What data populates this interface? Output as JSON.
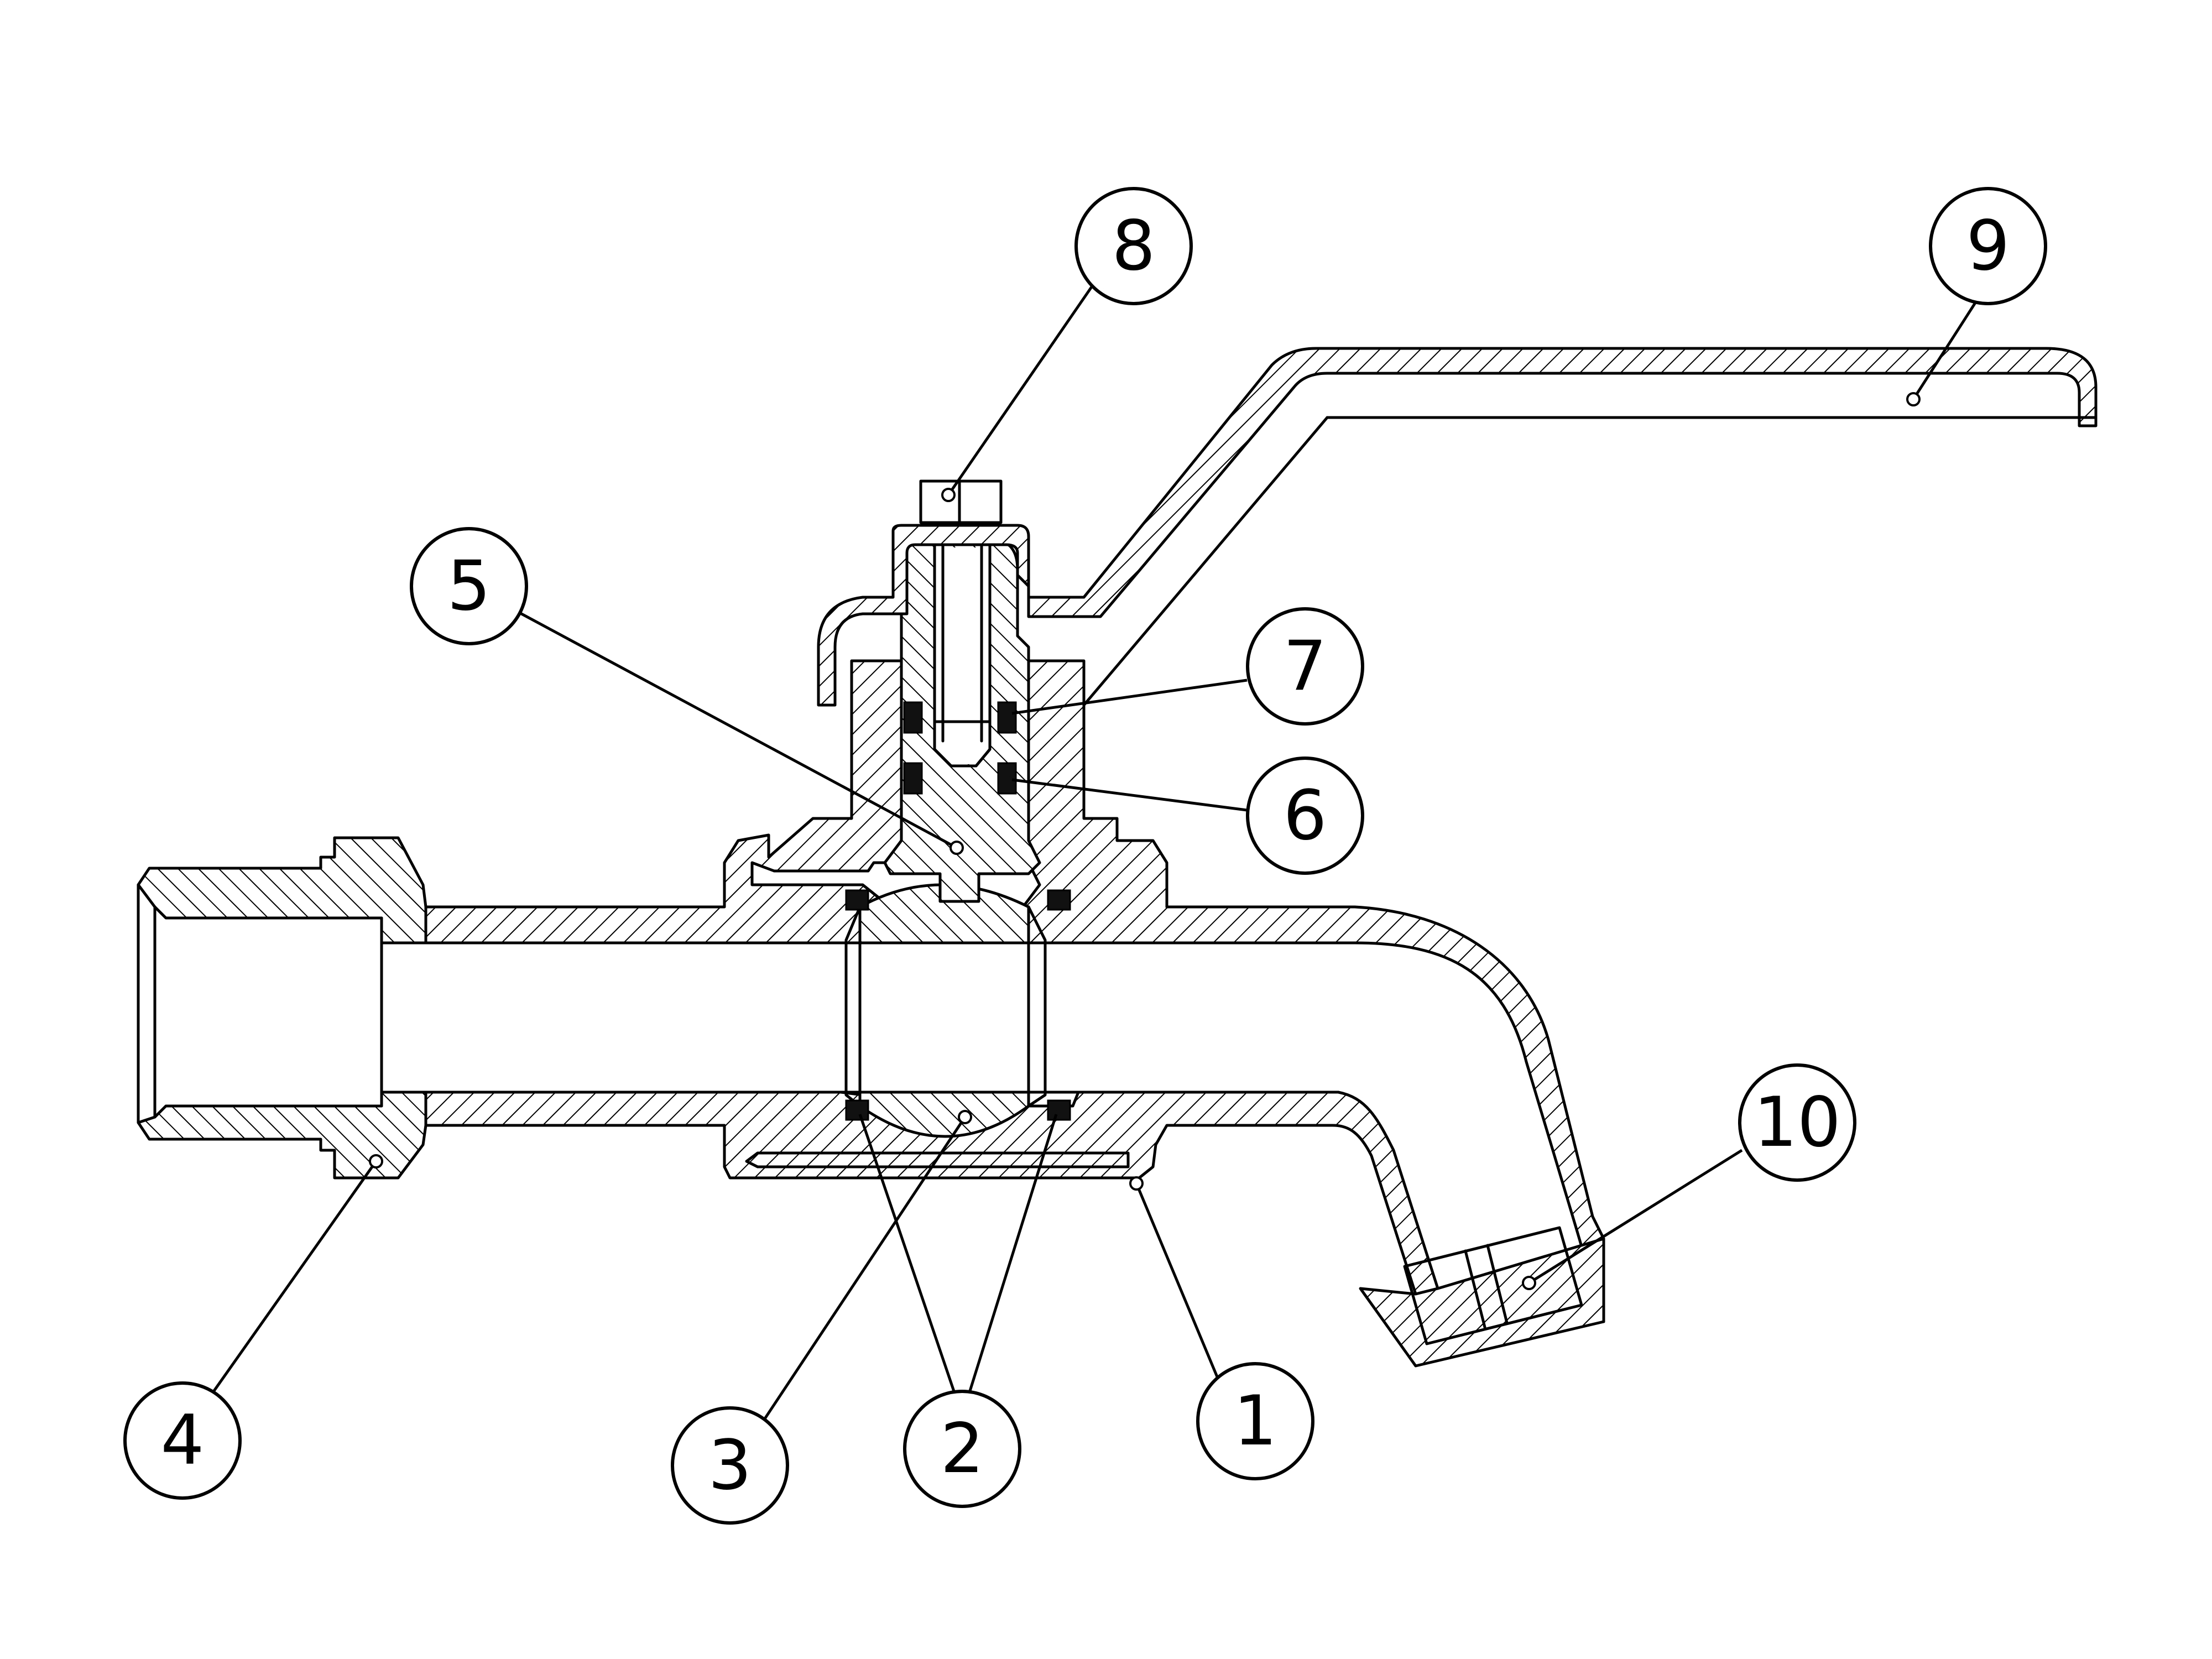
{
  "balloons": [
    {
      "label": "1"
    },
    {
      "label": "2"
    },
    {
      "label": "3"
    },
    {
      "label": "4"
    },
    {
      "label": "5"
    },
    {
      "label": "6"
    },
    {
      "label": "7"
    },
    {
      "label": "8"
    },
    {
      "label": "9"
    },
    {
      "label": "10"
    }
  ]
}
